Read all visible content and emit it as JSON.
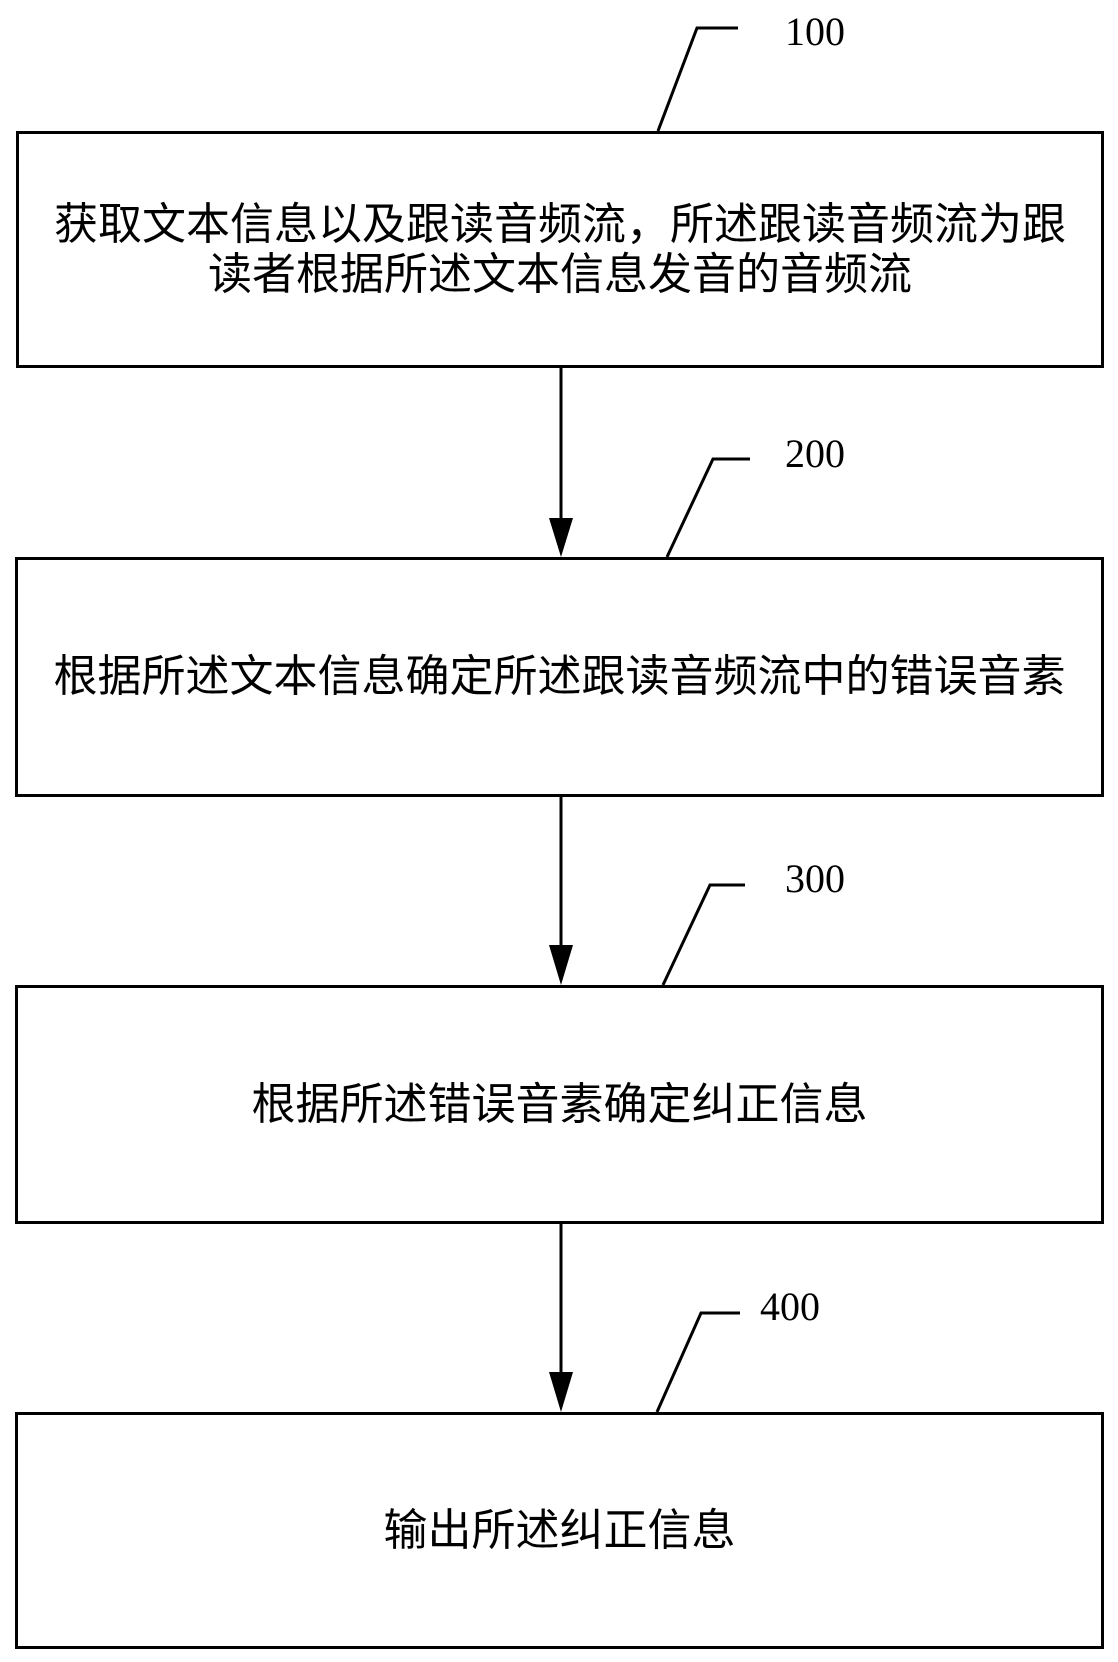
{
  "diagram": {
    "type": "flowchart",
    "steps": [
      {
        "ref": "100",
        "text": "获取文本信息以及跟读音频流，所述跟读音频流为跟读者根据所述文本信息发音的音频流"
      },
      {
        "ref": "200",
        "text": "根据所述文本信息确定所述跟读音频流中的错误音素"
      },
      {
        "ref": "300",
        "text": "根据所述错误音素确定纠正信息"
      },
      {
        "ref": "400",
        "text": "输出所述纠正信息"
      }
    ],
    "edges": [
      {
        "from": "100",
        "to": "200"
      },
      {
        "from": "200",
        "to": "300"
      },
      {
        "from": "300",
        "to": "400"
      }
    ],
    "colors": {
      "stroke": "#000000",
      "background": "#ffffff"
    }
  }
}
